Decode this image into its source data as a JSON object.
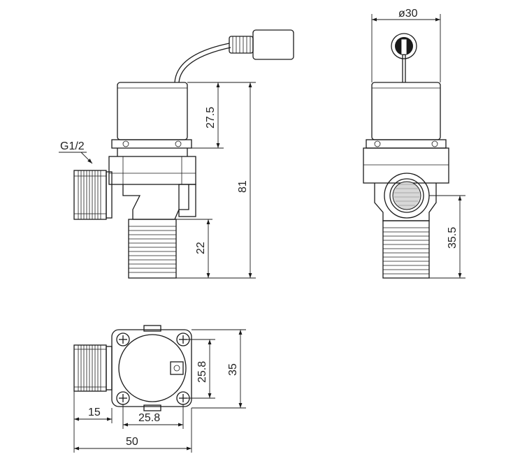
{
  "labels": {
    "thread_callout": "G1/2",
    "dia_top": "ø30",
    "dim_coil_height": "27.5",
    "dim_total_height": "81",
    "dim_outlet_thread": "22",
    "dim_inlet_axis": "35.5",
    "dim_hole_spacing_v": "25.8",
    "dim_body_square": "35",
    "dim_inlet_len": "15",
    "dim_hole_spacing_h": "25.8",
    "dim_total_len": "50"
  },
  "colors": {
    "stroke": "#1a1a1a",
    "background": "#ffffff"
  }
}
